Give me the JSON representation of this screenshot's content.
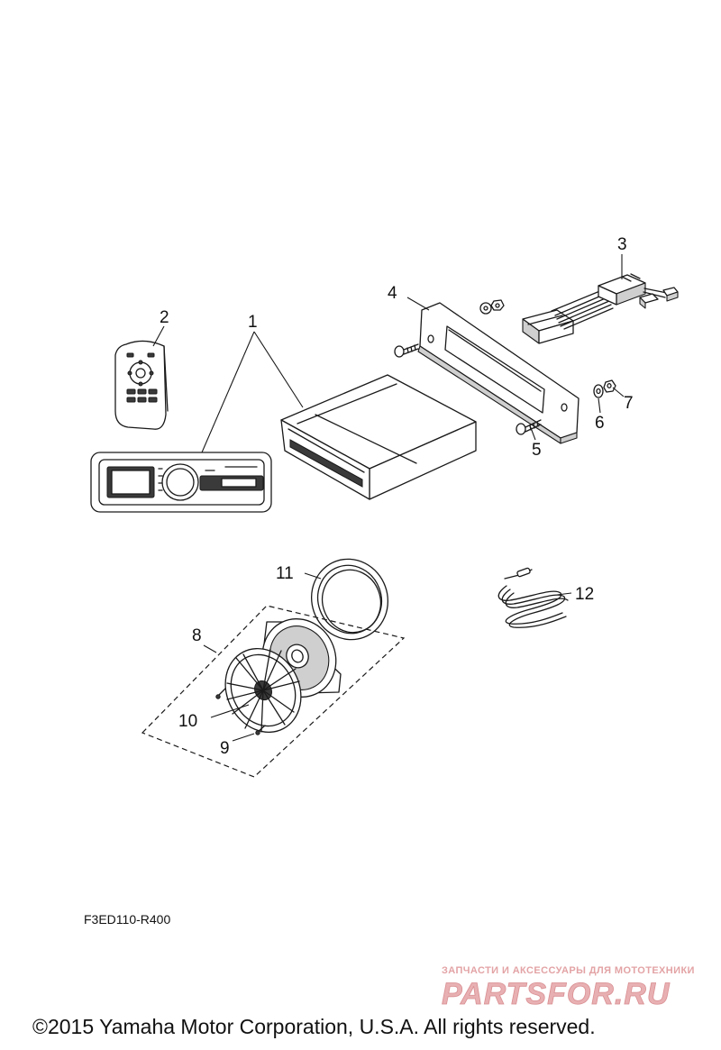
{
  "callouts": [
    "1",
    "2",
    "3",
    "4",
    "5",
    "6",
    "7",
    "8",
    "9",
    "10",
    "11",
    "12"
  ],
  "part_code": "F3ED110-R400",
  "watermark": {
    "tagline": "ЗАПЧАСТИ И АКСЕССУАРЫ ДЛЯ МОТОТЕХНИКИ",
    "logo_text": "PARTSFOR.RU",
    "color": "#e3a3a5"
  },
  "copyright": "©2015 Yamaha Motor Corporation, U.S.A. All rights reserved."
}
